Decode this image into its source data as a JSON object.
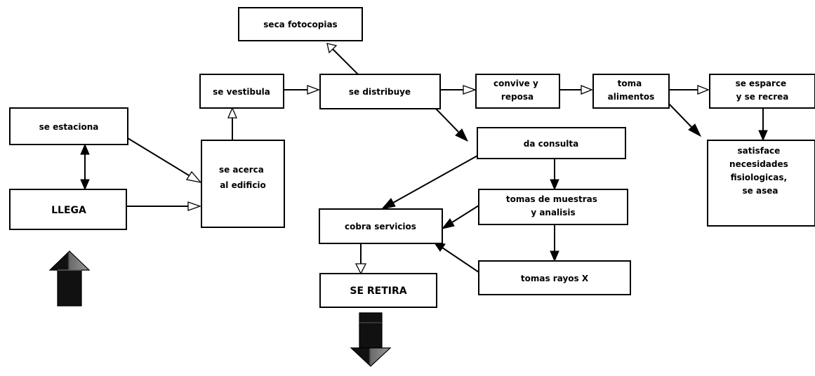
{
  "nodes": {
    "seca_fotocopias": [
      "seca fotocopias"
    ],
    "se_vestibula": [
      "se vestibula"
    ],
    "se_distribuye": [
      "se distribuye"
    ],
    "convive_reposa": [
      "convive y",
      "reposa"
    ],
    "toma_alimentos": [
      "toma",
      "alimentos"
    ],
    "se_esparce": [
      "se esparce",
      "y se recrea"
    ],
    "se_estaciona": [
      "se estaciona"
    ],
    "se_acerca": [
      "se acerca",
      "al edificio"
    ],
    "llega": [
      "LLEGA"
    ],
    "da_consulta": [
      "da consulta"
    ],
    "satisface": [
      "satisface",
      "necesidades",
      "fisiologicas,",
      "se asea"
    ],
    "tomas_muestras": [
      "tomas de muestras",
      "y analisis"
    ],
    "cobra_servicios": [
      "cobra servicios"
    ],
    "tomas_rayos": [
      "tomas rayos X"
    ],
    "se_retira": [
      "SE RETIRA"
    ]
  },
  "colors": {
    "line": "#000000",
    "box_fill": "#ffffff",
    "big_arrow_dark": "#111111",
    "big_arrow_light": "#9a9a9a"
  }
}
